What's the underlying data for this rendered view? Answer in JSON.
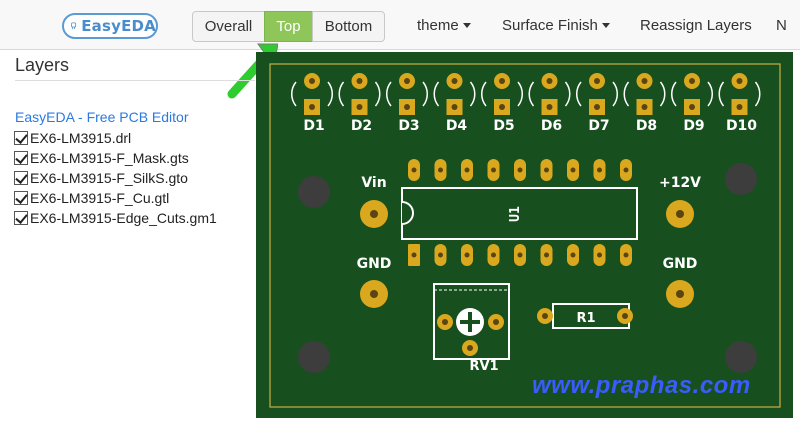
{
  "app": {
    "logo_text": "EasyEDA"
  },
  "toolbar": {
    "view_buttons": [
      {
        "label": "Overall",
        "active": false
      },
      {
        "label": "Top",
        "active": true
      },
      {
        "label": "Bottom",
        "active": false
      }
    ],
    "menus": [
      "theme",
      "Surface Finish",
      "Reassign Layers",
      "N"
    ]
  },
  "layers_panel": {
    "title": "Layers",
    "editor_link": "EasyEDA - Free PCB Editor",
    "files": [
      {
        "name": "EX6-LM3915.drl",
        "checked": true
      },
      {
        "name": "EX6-LM3915-F_Mask.gts",
        "checked": true
      },
      {
        "name": "EX6-LM3915-F_SilkS.gto",
        "checked": true
      },
      {
        "name": "EX6-LM3915-F_Cu.gtl",
        "checked": true
      },
      {
        "name": "EX6-LM3915-Edge_Cuts.gm1",
        "checked": true
      }
    ]
  },
  "pcb": {
    "leds": [
      "D1",
      "D2",
      "D3",
      "D4",
      "D5",
      "D6",
      "D7",
      "D8",
      "D9",
      "D10"
    ],
    "labels": {
      "vin": "Vin",
      "v12": "+12V",
      "gnd_left": "GND",
      "gnd_right": "GND",
      "ic": "U1",
      "resistor": "R1",
      "pot": "RV1"
    },
    "watermark": "www.praphas.com"
  },
  "colors": {
    "board": "#174f1f",
    "copper": "#d9a81e",
    "silk": "#ffffff",
    "active_button": "#8fc65a",
    "arrow": "#2ecc2e",
    "watermark": "#3a5cff"
  }
}
